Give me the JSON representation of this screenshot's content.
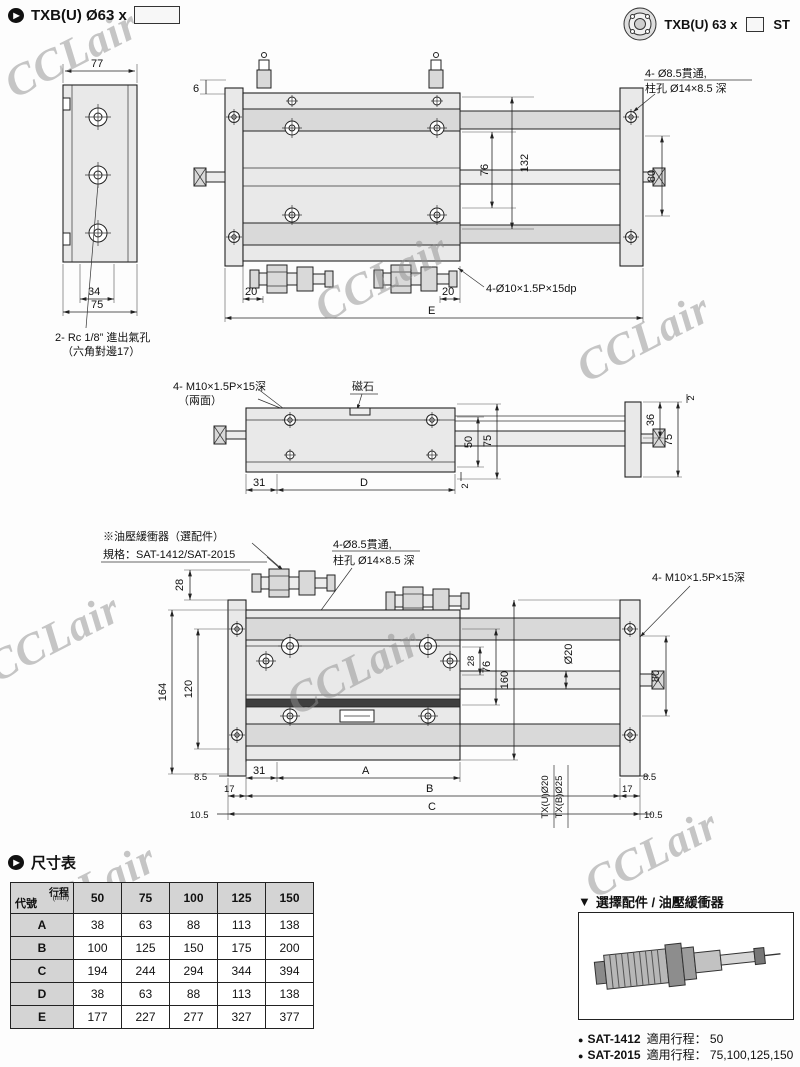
{
  "header": {
    "title_left": "TXB(U)  Ø63 x",
    "title_right_pre": "TXB(U) 63 x",
    "title_right_suf": "ST"
  },
  "icons": {
    "section_marker": "▶",
    "accessory_marker": "▼",
    "bullet": "●"
  },
  "watermark": "CCLair",
  "drawings": {
    "side": {
      "dim_width": "77",
      "dim_34": "34",
      "dim_75": "75",
      "note_port": "2- Rc 1/8” 進出氣孔",
      "note_port2": "（六角對邊17）"
    },
    "front": {
      "dim_6": "6",
      "note_holes": "4- Ø8.5貫通,",
      "note_holes2": "柱孔 Ø14×8.5 深",
      "dim_76": "76",
      "dim_132": "132",
      "dim_80": "80",
      "dim_20_left": "20",
      "dim_20_right": "20",
      "dim_E": "E",
      "note_tap": "4-Ø10×1.5P×15dp"
    },
    "elevation": {
      "note_tap": "4- M10×1.5P×15深",
      "note_tap_side": "（兩面）",
      "note_magnet": "磁石",
      "dim_50": "50",
      "dim_75_inner": "75",
      "dim_2_top": "2",
      "dim_36": "36",
      "dim_75_outer": "75",
      "dim_2_bottom": "2",
      "dim_31": "31",
      "dim_D": "D"
    },
    "bottom": {
      "note_buffer": "※油壓緩衝器（選配件）",
      "note_spec": "規格：SAT-1412/SAT-2015",
      "note_holes": "4-Ø8.5貫通,",
      "note_holes2": "柱孔 Ø14×8.5 深",
      "note_tap": "4- M10×1.5P×15深",
      "dim_28_left": "28",
      "dim_164": "164",
      "dim_120": "120",
      "dim_28_mid": "28",
      "dim_76": "76",
      "dim_160": "160",
      "dim_rod": "Ø20",
      "dim_80": "80",
      "dim_85_left": "8.5",
      "dim_31": "31",
      "dim_A": "A",
      "dim_17_left": "17",
      "dim_B": "B",
      "dim_105_left": "10.5",
      "dim_C": "C",
      "label_txu": "TX(U)Ø20",
      "label_txb": "TX(B)Ø25",
      "dim_85_right": "8.5",
      "dim_17_right": "17",
      "dim_105_right": "10.5"
    }
  },
  "table_section": {
    "title": "尺寸表",
    "corner_top": "行程",
    "corner_unit": "(mm)",
    "corner_bottom": "代號",
    "columns": [
      "50",
      "75",
      "100",
      "125",
      "150"
    ],
    "rows": [
      {
        "code": "A",
        "values": [
          "38",
          "63",
          "88",
          "113",
          "138"
        ]
      },
      {
        "code": "B",
        "values": [
          "100",
          "125",
          "150",
          "175",
          "200"
        ]
      },
      {
        "code": "C",
        "values": [
          "194",
          "244",
          "294",
          "344",
          "394"
        ]
      },
      {
        "code": "D",
        "values": [
          "38",
          "63",
          "88",
          "113",
          "138"
        ]
      },
      {
        "code": "E",
        "values": [
          "177",
          "227",
          "277",
          "327",
          "377"
        ]
      }
    ]
  },
  "accessory": {
    "title": "選擇配件 / 油壓緩衝器",
    "items": [
      {
        "name": "SAT-1412",
        "text": "適用行程： 50"
      },
      {
        "name": "SAT-2015",
        "text": "適用行程： 75,100,125,150"
      }
    ]
  }
}
